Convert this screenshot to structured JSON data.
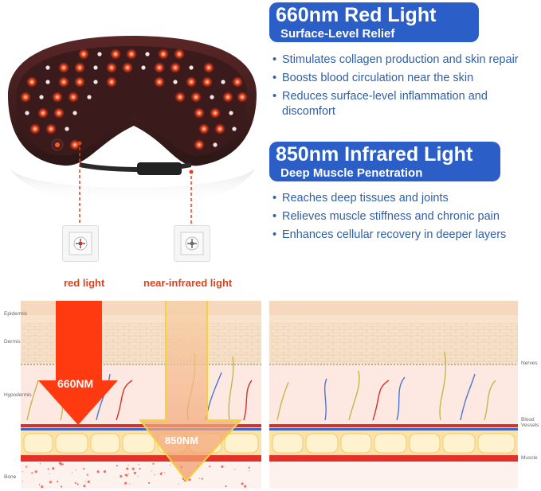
{
  "red": {
    "title": "660nm Red Light",
    "subtitle": "Surface-Level Relief",
    "benefits": [
      "Stimulates collagen production and skin repair",
      "Boosts blood circulation near the skin",
      "Reduces surface-level inflammation and discomfort"
    ]
  },
  "infrared": {
    "title": "850nm Infrared Light",
    "subtitle": "Deep Muscle Penetration",
    "benefits": [
      "Reaches deep tissues and joints",
      "Relieves muscle stiffness and chronic pain",
      "Enhances cellular recovery in deeper layers"
    ]
  },
  "diagram": {
    "red_label": "red light",
    "nir_label": "near-infrared light",
    "red_wavelength": "660NM",
    "nir_wavelength": "850NM",
    "left_layers": [
      "Epidermis",
      "Dermis",
      "Hypodermis",
      "Bone"
    ],
    "right_layers": [
      "Nerves",
      "Blood Vessels",
      "Muscle"
    ]
  },
  "colors": {
    "accent_blue": "#2b5fc7",
    "text_blue": "#2f5fa8",
    "red_light": "#ff2a10",
    "nir_yellow": "#f4d23c",
    "label_red": "#e0401c"
  },
  "icons": {
    "device": "neck-light-device",
    "chip": "led-chip-icon"
  }
}
